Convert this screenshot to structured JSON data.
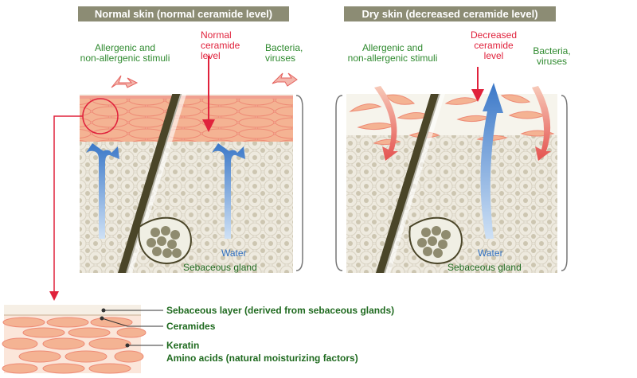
{
  "left_panel": {
    "title": "Normal skin (normal ceramide level)",
    "stimuli": "Allergenic and\nnon-allergenic stimuli",
    "ceramide": "Normal\nceramide\nlevel",
    "bacteria": "Bacteria,\nviruses",
    "water": "Water",
    "gland": "Sebaceous gland"
  },
  "right_panel": {
    "title": "Dry skin (decreased ceramide level)",
    "stimuli": "Allergenic and\nnon-allergenic stimuli",
    "ceramide": "Decreased\nceramide\nlevel",
    "bacteria": "Bacteria,\nviruses",
    "water": "Water",
    "gland": "Sebaceous gland"
  },
  "legend": {
    "sebaceous_layer": "Sebaceous layer (derived from sebaceous glands)",
    "ceramides": "Ceramides",
    "keratin": "Keratin",
    "amino_acids": "Amino acids (natural moisturizing factors)"
  },
  "colors": {
    "title_bar": "#8c8c74",
    "label_green": "#2f8a2f",
    "label_red": "#e0223c",
    "water_blue": "#2f6fc0",
    "keratin": "#f4b393",
    "keratin_edge": "#ee7a6f",
    "cell_fill": "#ede9dd",
    "cell_nucleus": "#c9c3ad"
  }
}
